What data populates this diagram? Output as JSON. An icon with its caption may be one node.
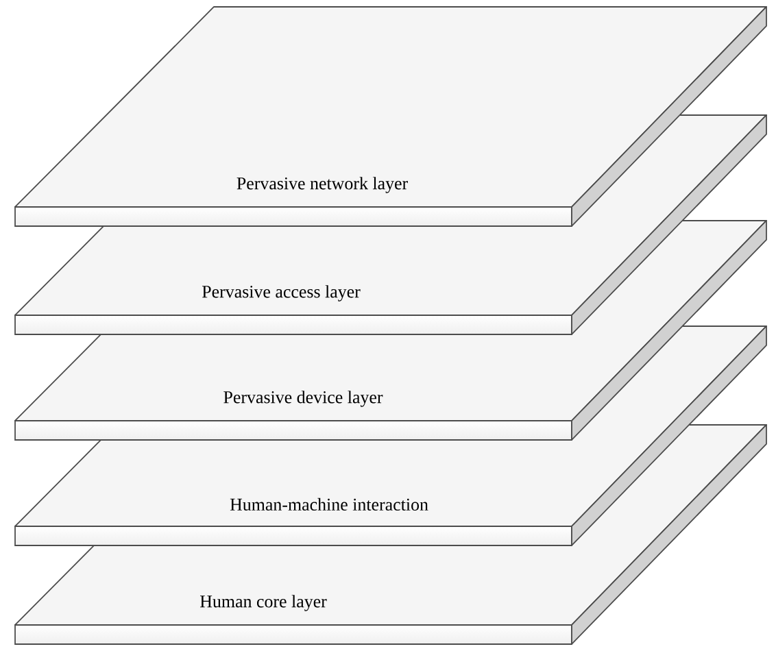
{
  "diagram": {
    "nodes": [
      {
        "text": [
          "Pervasive network layer"
        ]
      },
      {
        "text": [
          "Pervasive access layer"
        ]
      },
      {
        "text": [
          "Pervasive device layer"
        ]
      },
      {
        "text": [
          "Human-machine interaction"
        ]
      },
      {
        "text": [
          "Human core layer"
        ]
      }
    ]
  }
}
